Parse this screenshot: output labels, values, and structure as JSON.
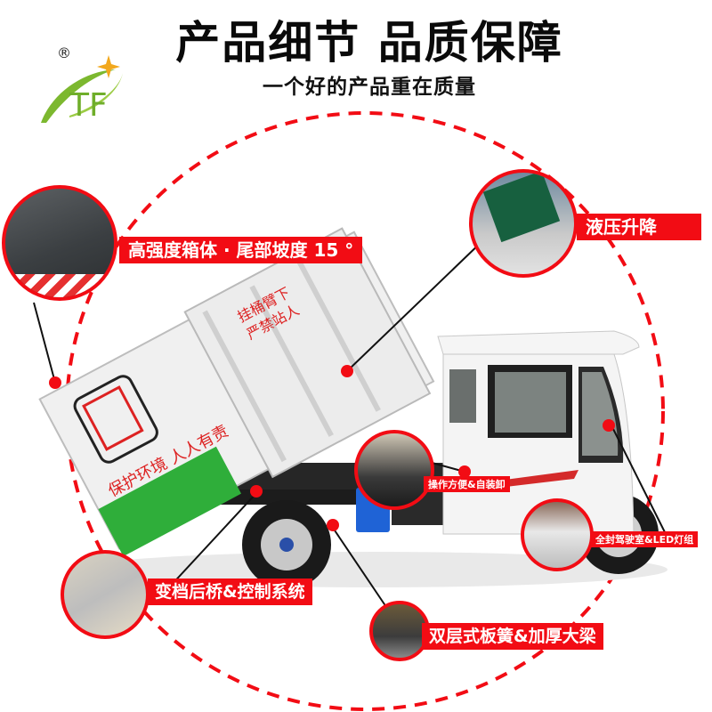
{
  "header": {
    "title": "产品细节 品质保障",
    "subtitle": "一个好的产品重在质量"
  },
  "logo": {
    "registered_mark": "®",
    "letters": "TF",
    "colors": {
      "swoosh": "#7cb82f",
      "star": "#f2a81d"
    }
  },
  "theme": {
    "accent": "#f20c14",
    "bin_green": "#2fae3a",
    "body_white": "#f2f2f2",
    "chassis": "#1c1c1c",
    "tank_blue": "#1f63d6"
  },
  "callouts": [
    {
      "id": "box",
      "label": "高强度箱体 · 尾部坡度 15 °",
      "thumb": "dark-steel-panel"
    },
    {
      "id": "hydraulic",
      "label": "液压升降",
      "thumb": "green-bin-lifting"
    },
    {
      "id": "controls",
      "label": "操作方便&自装卸",
      "thumb": "control-levers"
    },
    {
      "id": "cab",
      "label": "全封驾驶室&LED灯组",
      "thumb": "front-headlights"
    },
    {
      "id": "axle",
      "label": "变档后桥&控制系统",
      "thumb": "rear-axle-wiring"
    },
    {
      "id": "spring",
      "label": "双层式板簧&加厚大梁",
      "thumb": "leaf-spring-beam"
    }
  ],
  "truck_text": {
    "slogan": "保护环境 人人有责",
    "warning_line1": "挂桶臂下",
    "warning_line2": "严禁站人"
  }
}
